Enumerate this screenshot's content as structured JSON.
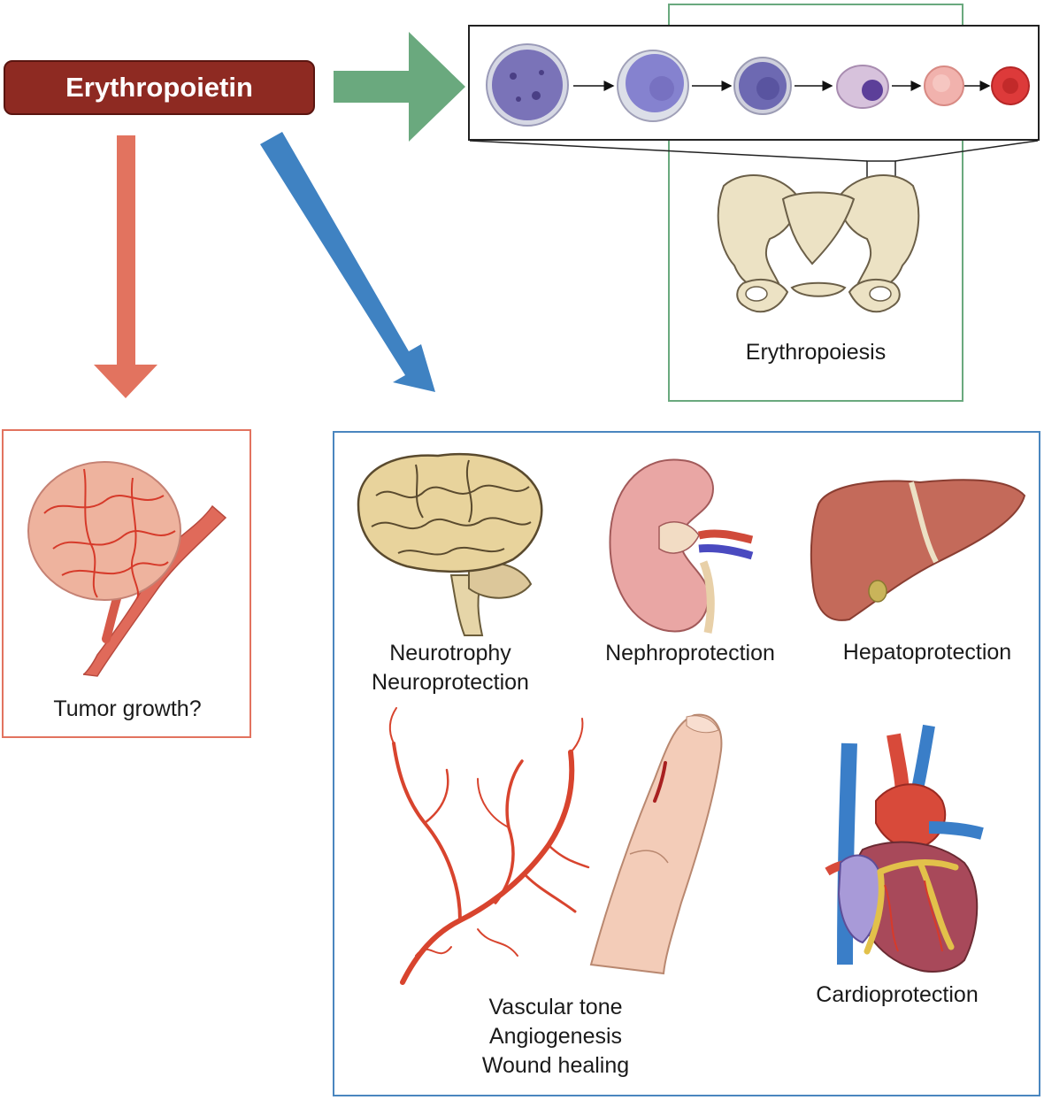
{
  "title": "Erythropoietin",
  "labels": {
    "erythropoiesis": "Erythropoiesis",
    "tumor": "Tumor growth?",
    "neuro_1": "Neurotrophy",
    "neuro_2": "Neuroprotection",
    "nephro": "Nephroprotection",
    "hepato": "Hepatoprotection",
    "vascular_1": "Vascular tone",
    "vascular_2": "Angiogenesis",
    "vascular_3": "Wound healing",
    "cardio": "Cardioprotection"
  },
  "colors": {
    "title_fill": "#8e2a22",
    "green": "#6aa97e",
    "salmon": "#e2735f",
    "blue": "#3f82c2",
    "erythro_box_border": "#6aa97e",
    "tumor_box_border": "#e2735f",
    "organ_box_border": "#4a86bf"
  },
  "icons": [
    "bone-marrow-cell-sequence",
    "pelvis-icon",
    "tumor-icon",
    "brain-icon",
    "kidney-icon",
    "liver-icon",
    "vessel-network-icon",
    "finger-wound-icon",
    "heart-icon"
  ]
}
